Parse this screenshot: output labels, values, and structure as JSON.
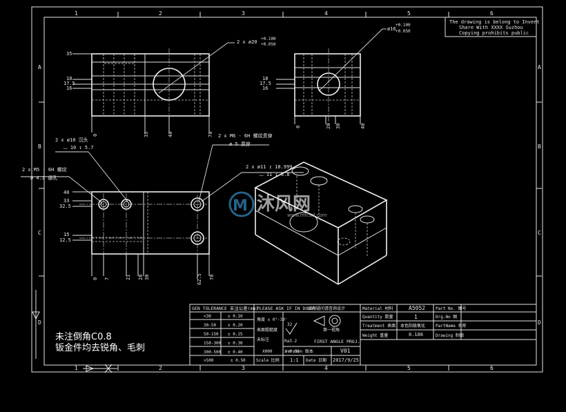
{
  "disclaimer": [
    "The drawing is belong to Invent",
    "Share With XXXX Suzhou",
    "Copying prohibits public"
  ],
  "border_numbers": {
    "top": [
      "1",
      "2",
      "3",
      "4",
      "5",
      "6"
    ],
    "bottom": [
      "1",
      "2",
      "3",
      "4",
      "5",
      "6"
    ]
  },
  "border_letters": {
    "left": [
      "A",
      "B",
      "C",
      "D"
    ],
    "right": [
      "A",
      "B",
      "C",
      "D"
    ]
  },
  "front_view": {
    "dims_y": [
      "35",
      "18",
      "17.5",
      "16"
    ],
    "dims_x": [
      "0",
      "35",
      "40",
      "70"
    ],
    "callout": [
      "2 x ø20",
      "+0.100",
      "+0.050"
    ]
  },
  "side_view": {
    "dims_y": [
      "18",
      "17.5",
      "16"
    ],
    "dims_x": [
      "0",
      "28",
      "30",
      "40"
    ],
    "callout": [
      "ø16",
      "+0.100",
      "+0.050"
    ]
  },
  "top_view": {
    "dims_y": [
      "40",
      "33",
      "32.5",
      "15",
      "12.5"
    ],
    "dims_x": [
      "0",
      "7",
      "21",
      "28",
      "30",
      "62.5",
      "70"
    ],
    "callout_left_1": [
      "2 x ø10 沉头",
      "⌴ 10 ↧ 5.7"
    ],
    "callout_left_2": [
      "2 x  M5 - 6H 螺纹",
      "ø 4.2 通孔"
    ],
    "callout_right_1": [
      "2 x  M6 - 6H 螺纹贯穿",
      "ø 5 贯穿"
    ],
    "callout_right_2": [
      "2 x ø11 ↧ 18.999",
      "⌴ 11 ↧ 6.8"
    ]
  },
  "watermark": {
    "text": "沐风网",
    "url": "www.mfcad.com"
  },
  "notes": [
    "未注倒角C0.8",
    "钣金件均去锐角、毛刺"
  ],
  "title_block": {
    "tolerance_header": "GEN TOLERANCE 未注公差(mm)",
    "tolerance_rows": [
      [
        "<30",
        "± 0.10"
      ],
      [
        "30-50",
        "± 0.20"
      ],
      [
        "50-150",
        "± 0.25"
      ],
      [
        "150-300",
        "± 0.30"
      ],
      [
        "300-500",
        "± 0.40"
      ]
    ],
    "tolerance_extra": [
      ">500",
      "± 0.50",
      "X000",
      "± 0.00"
    ],
    "ask_header": "PLEASE ASK IF IN DOUBT",
    "ask_header_cn": "如有疑问请咨询设计",
    "angle": "角度  ± 0°-30'",
    "roughness": "32",
    "roughness_label": "表面粗糙度",
    "finish_label": "未标注",
    "finish_value": "Ra3.2",
    "projection_cn": "第一视角",
    "projection": "FIRST ANGLE PROJ.",
    "version_label": "Version 版本",
    "version": "V01",
    "scale_label": "Scale 比例",
    "scale": "1:1",
    "date_label": "Date 日期",
    "date": "2017/9/25",
    "material_label": "Material 材料",
    "material": "A5052",
    "quantity_label": "Quantity 数量",
    "quantity": "1",
    "treatment_label": "Treatment 表面",
    "treatment": "本色阳极氧化",
    "weight_label": "Weight 重量",
    "weight": "0.186",
    "part_no_label": "Part No. 图号",
    "drw_label": "Drg.No 图",
    "part_name_label": "PartName 名称",
    "drawing_label": "Drawing 制图"
  }
}
